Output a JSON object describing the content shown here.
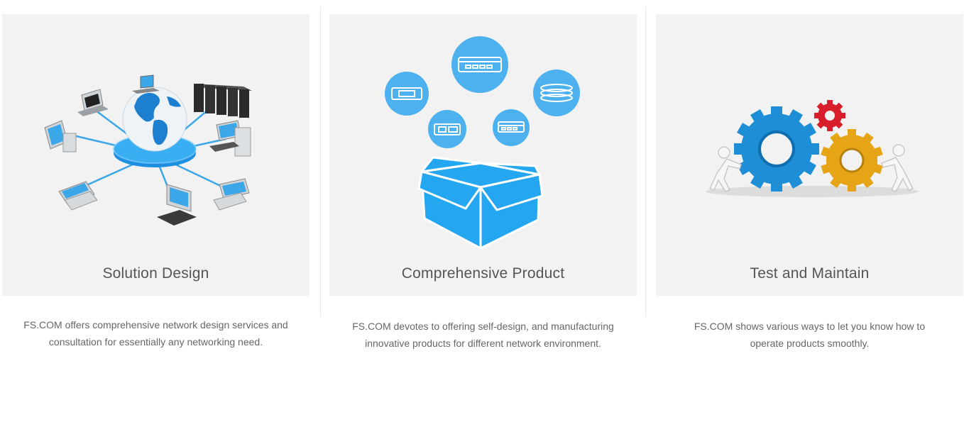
{
  "features": [
    {
      "title": "Solution Design",
      "description_line1": "FS.COM offers comprehensive network design services and",
      "description_line2": "consultation for essentially any networking need.",
      "illustration": "globe-network-icon"
    },
    {
      "title": "Comprehensive Product",
      "description_line1": "FS.COM devotes to offering self-design, and manufacturing",
      "description_line2": "innovative products for different network environment.",
      "illustration": "product-box-icon"
    },
    {
      "title": "Test and Maintain",
      "description_line1": "FS.COM shows various ways to let you know how to",
      "description_line2": "operate products smoothly.",
      "illustration": "gears-figures-icon"
    }
  ],
  "colors": {
    "panel_bg": "#f2f2f2",
    "accent_blue": "#4db1f0",
    "gear_blue": "#1e8fd6",
    "gear_yellow": "#e6a517",
    "gear_red": "#d81e2a",
    "title_text": "#555555",
    "body_text": "#666666"
  }
}
